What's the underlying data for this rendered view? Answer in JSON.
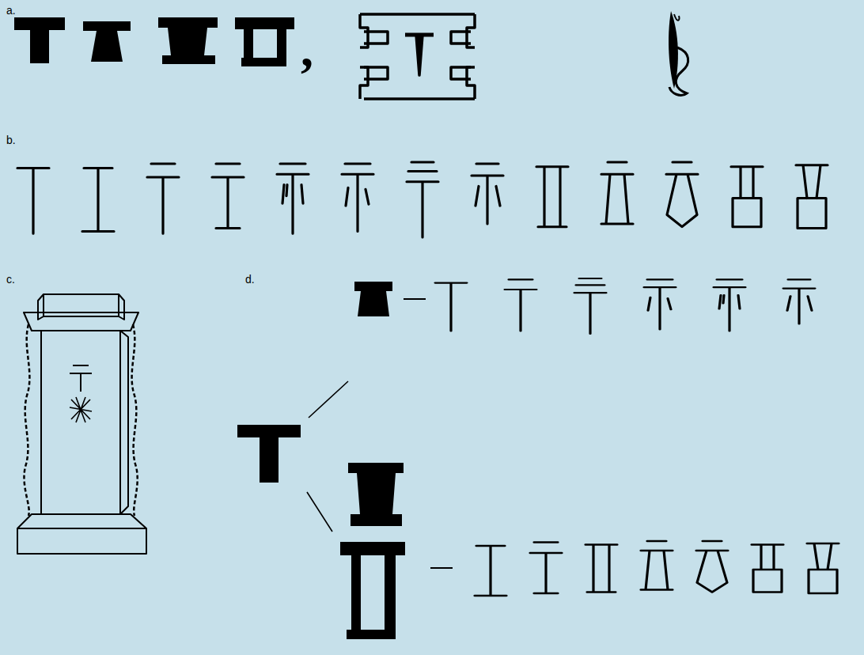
{
  "diagram": {
    "labels": [
      "a.",
      ",",
      "b.",
      "c.",
      "d."
    ]
  }
}
